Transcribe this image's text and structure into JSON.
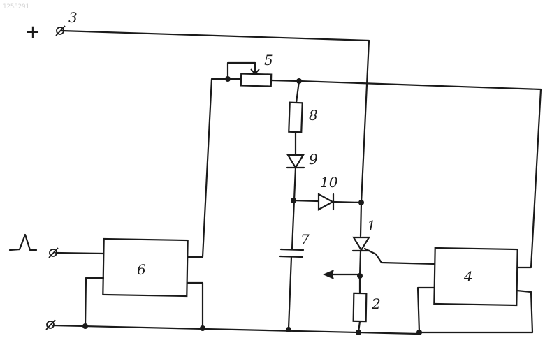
{
  "watermark": "1258291",
  "terminal_plus": {
    "sign": "+",
    "number": "3"
  },
  "labels": {
    "r5": "5",
    "r8": "8",
    "d9": "9",
    "d10": "10",
    "thyristor1": "1",
    "c7": "7",
    "r2": "2",
    "block6": "6",
    "block4": "4"
  },
  "colors": {
    "ink": "#1a1a1a",
    "paper": "#ffffff"
  }
}
